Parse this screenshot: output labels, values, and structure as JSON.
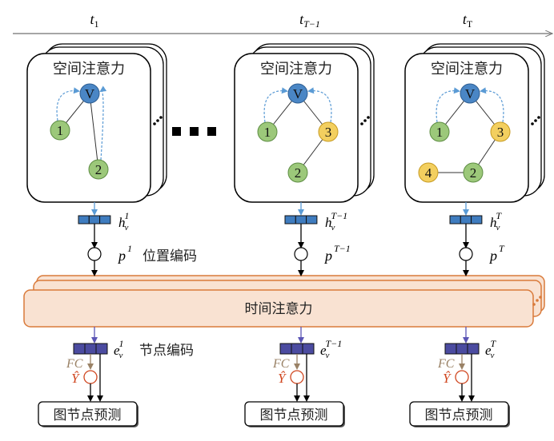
{
  "timeline": {
    "labels": [
      {
        "base": "t",
        "sub": "1"
      },
      {
        "base": "t",
        "sub": "T-1"
      },
      {
        "base": "t",
        "sub": "T"
      }
    ]
  },
  "panels": [
    {
      "title": "空间注意力",
      "nodes": [
        {
          "id": "V",
          "label": "V",
          "kind": "target"
        },
        {
          "id": "1",
          "label": "1",
          "kind": "green"
        },
        {
          "id": "2",
          "label": "2",
          "kind": "green"
        }
      ],
      "edges": [
        [
          "V",
          "1"
        ],
        [
          "V",
          "2"
        ]
      ],
      "attention": [
        "1",
        "2"
      ],
      "hidden": {
        "base": "h",
        "sub": "v",
        "sup": "1"
      },
      "position": {
        "base": "p",
        "sup": "1",
        "caption": "位置编码"
      },
      "embed": {
        "base": "e",
        "sub": "v",
        "sup": "1",
        "caption": "节点编码"
      },
      "fc_label": "FC",
      "yhat_label": "Ŷ",
      "predict_label": "图节点预测"
    },
    {
      "title": "空间注意力",
      "nodes": [
        {
          "id": "V",
          "label": "V",
          "kind": "target"
        },
        {
          "id": "1",
          "label": "1",
          "kind": "green"
        },
        {
          "id": "3",
          "label": "3",
          "kind": "yellow"
        },
        {
          "id": "2",
          "label": "2",
          "kind": "green"
        }
      ],
      "edges": [
        [
          "V",
          "1"
        ],
        [
          "V",
          "3"
        ],
        [
          "3",
          "2"
        ]
      ],
      "attention": [
        "1",
        "3"
      ],
      "hidden": {
        "base": "h",
        "sub": "v",
        "sup": "T-1"
      },
      "position": {
        "base": "p",
        "sup": "T-1",
        "caption": ""
      },
      "embed": {
        "base": "e",
        "sub": "v",
        "sup": "T-1",
        "caption": ""
      },
      "fc_label": "FC",
      "yhat_label": "Ŷ",
      "predict_label": "图节点预测"
    },
    {
      "title": "空间注意力",
      "nodes": [
        {
          "id": "V",
          "label": "V",
          "kind": "target"
        },
        {
          "id": "1",
          "label": "1",
          "kind": "green"
        },
        {
          "id": "3",
          "label": "3",
          "kind": "yellow"
        },
        {
          "id": "2",
          "label": "2",
          "kind": "green"
        },
        {
          "id": "4",
          "label": "4",
          "kind": "yellow"
        }
      ],
      "edges": [
        [
          "V",
          "1"
        ],
        [
          "V",
          "3"
        ],
        [
          "3",
          "2"
        ],
        [
          "2",
          "4"
        ]
      ],
      "attention": [
        "1",
        "3"
      ],
      "hidden": {
        "base": "h",
        "sub": "v",
        "sup": "T"
      },
      "position": {
        "base": "p",
        "sup": "T",
        "caption": ""
      },
      "embed": {
        "base": "e",
        "sub": "v",
        "sup": "T",
        "caption": ""
      },
      "fc_label": "FC",
      "yhat_label": "Ŷ",
      "predict_label": "图节点预测"
    }
  ],
  "temporal": {
    "title": "时间注意力"
  },
  "colors": {
    "target_node": "#4a86c5",
    "green_node": "#9cc87a",
    "yellow_node": "#f3cf5f",
    "attention_arrow": "#5b9bd5",
    "hidden_vec": "#3f7cbf",
    "embed_vec": "#4b4ba0",
    "temporal_fill": "#f9e2d2",
    "temporal_border": "#d97a3a",
    "fc_color": "#9a8266",
    "yhat_color": "#d0461f"
  }
}
